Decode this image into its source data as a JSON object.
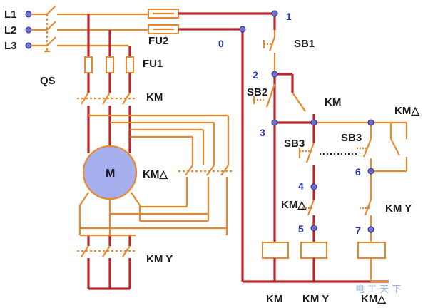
{
  "phases": [
    "L1",
    "L2",
    "L3"
  ],
  "labels": {
    "qs": "QS",
    "fu1": "FU1",
    "fu2": "FU2",
    "km_main": "KM",
    "km_delta_main": "KM△",
    "km_y_main": "KM Y",
    "motor": "M",
    "sb1": "SB1",
    "sb2": "SB2",
    "sb3_left": "SB3",
    "sb3_right": "SB3",
    "km_hold": "KM",
    "km_delta_top": "KM△",
    "km_delta_interlock": "KM△",
    "km_y_interlock": "KM Y",
    "coil_km": "KM",
    "coil_kmy": "KM Y",
    "coil_kmdelta": "KM△"
  },
  "nodes": [
    "0",
    "1",
    "2",
    "3",
    "4",
    "5",
    "6",
    "7"
  ],
  "watermark": "电 工 天 下",
  "colors": {
    "wire": "#e8882c",
    "highlight": "#b8262c",
    "node": "#6f6fd0",
    "motor": "#a6b0ee",
    "label": "#1a1a1a",
    "node_label": "#2233aa"
  }
}
